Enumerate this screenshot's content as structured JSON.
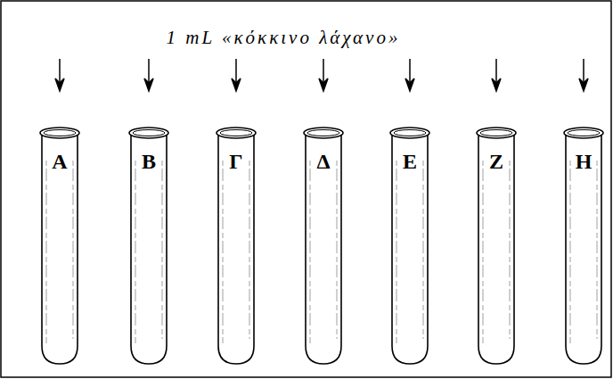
{
  "diagram": {
    "nodes": [
      {
        "text": [
          "Α"
        ]
      },
      {
        "text": [
          "Β"
        ]
      },
      {
        "text": [
          "Γ"
        ]
      },
      {
        "text": [
          "Δ"
        ]
      },
      {
        "text": [
          "Ε"
        ]
      },
      {
        "text": [
          "Ζ"
        ]
      },
      {
        "text": [
          "Η"
        ]
      }
    ],
    "labels": [
      "1 mL «κόκκινο λάχανο»"
    ]
  }
}
